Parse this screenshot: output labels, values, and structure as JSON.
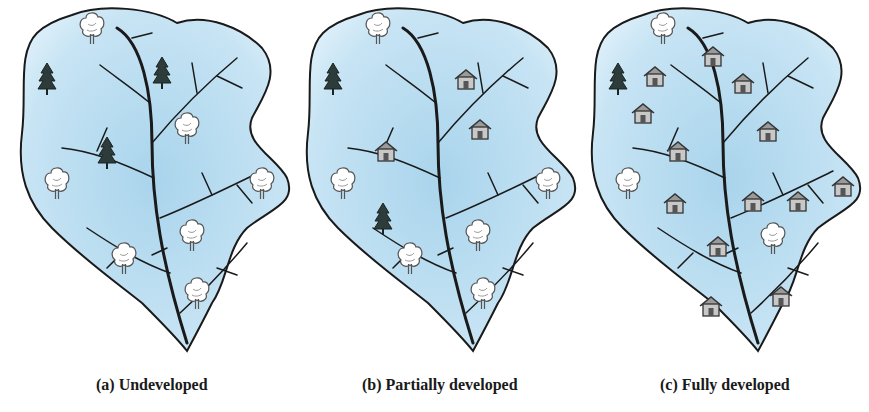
{
  "diagram": {
    "labels": [
      "(a) Undeveloped",
      "(b) Partially developed",
      "(c) Fully developed"
    ]
  }
}
